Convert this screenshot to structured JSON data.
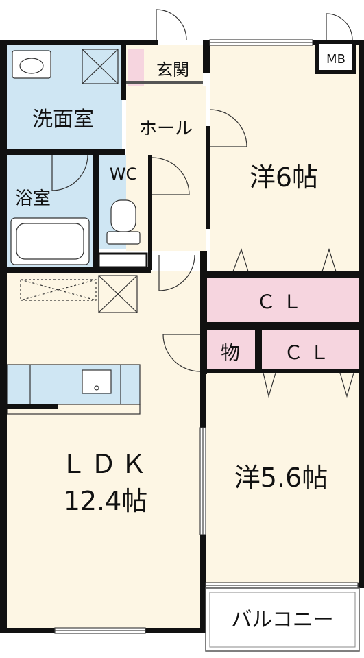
{
  "rooms": {
    "washroom": "洗面室",
    "bath": "浴室",
    "wc": "WC",
    "entrance": "玄関",
    "hall": "ホール",
    "western_north": "洋6帖",
    "closet_top": "ＣＬ",
    "storage": "物",
    "closet_mid": "ＣＬ",
    "ldk_name": "ＬＤＫ",
    "ldk_size": "12.4帖",
    "western_south": "洋5.6帖",
    "balcony": "バルコニー",
    "meter_box": "MB"
  },
  "colors": {
    "wet_area": "#cfe6f3",
    "living": "#fdf6e4",
    "closet": "#f6d5df",
    "wall": "#111111",
    "balcony": "#ffffff"
  }
}
